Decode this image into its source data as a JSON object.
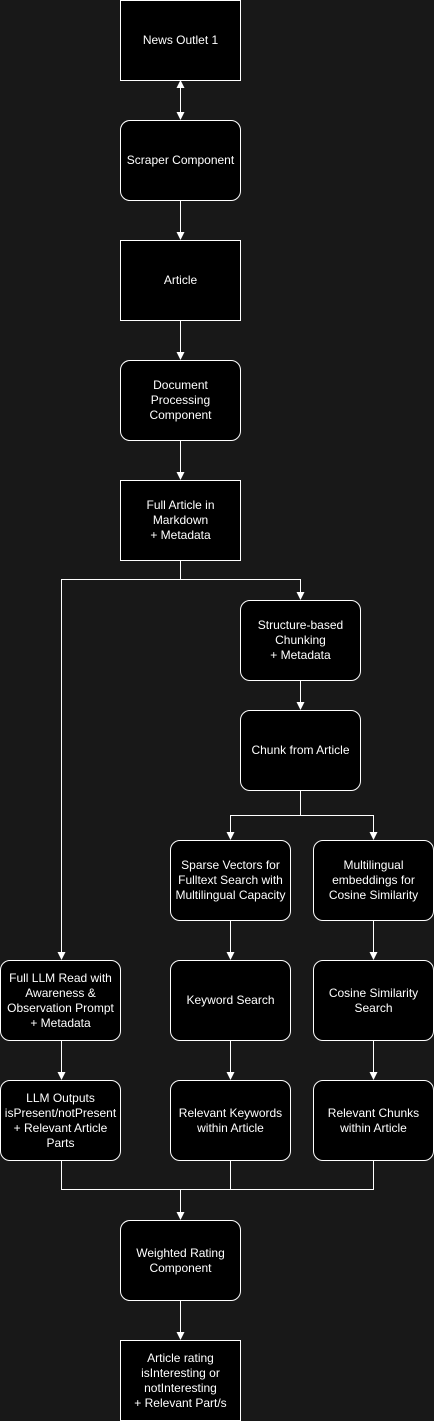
{
  "nodes": {
    "news_outlet": "News Outlet 1",
    "scraper": "Scraper Component",
    "article": "Article",
    "doc_processing": "Document\nProcessing\nComponent",
    "full_article": "Full Article in\nMarkdown\n+ Metadata",
    "structure_chunking": "Structure-based\nChunking\n+ Metadata",
    "chunk": "Chunk from Article",
    "sparse_vectors": "Sparse Vectors for\nFulltext Search with\nMultilingual Capacity",
    "multilingual_embeddings": "Multilingual\nembeddings for\nCosine Similarity",
    "full_llm_read": "Full LLM Read with\nAwareness &\nObservation Prompt\n+ Metadata",
    "keyword_search": "Keyword Search",
    "cosine_search": "Cosine Similarity\nSearch",
    "llm_outputs": "LLM Outputs\nisPresent/notPresent\n+ Relevant Article\nParts",
    "relevant_keywords": "Relevant Keywords\nwithin Article",
    "relevant_chunks": "Relevant Chunks\nwithin Article",
    "weighted_rating": "Weighted Rating\nComponent",
    "article_rating": "Article rating\nisInteresting or\nnotInteresting\n+ Relevant Part/s"
  },
  "colors": {
    "background": "#181818",
    "box": "#000000",
    "stroke": "#ffffff",
    "text": "#ffffff"
  }
}
